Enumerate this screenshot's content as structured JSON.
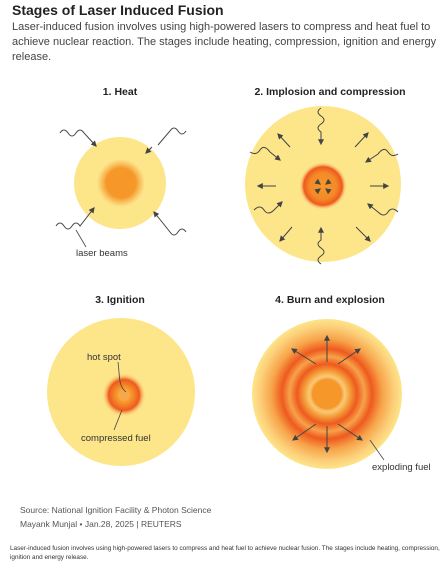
{
  "header": {
    "title": "Stages of Laser Induced Fusion",
    "subtitle": "Laser-induced fusion involves using high-powered lasers to compress and heat fuel to achieve nuclear reaction. The stages include heating, compression, ignition and energy release."
  },
  "stages": [
    {
      "title": "1. Heat",
      "labels": [
        "laser beams"
      ]
    },
    {
      "title": "2. Implosion and compression",
      "labels": []
    },
    {
      "title": "3. Ignition",
      "labels": [
        "hot spot",
        "compressed fuel"
      ]
    },
    {
      "title": "4. Burn and explosion",
      "labels": [
        "exploding fuel"
      ]
    }
  ],
  "footer": {
    "source": "Source: National Ignition Facility & Photon Science",
    "credit": "Mayank Munjal • Jan.28, 2025 | REUTERS",
    "caption": "Laser-induced fusion involves using high-powered lasers to compress and heat fuel to achieve nuclear fusion. The stages include heating, compression, ignition and energy release."
  },
  "colors": {
    "fuel_outer": "#fde58a",
    "core_orange": "#f6972a",
    "ring_red": "#ee5a1e",
    "line": "#444444"
  }
}
